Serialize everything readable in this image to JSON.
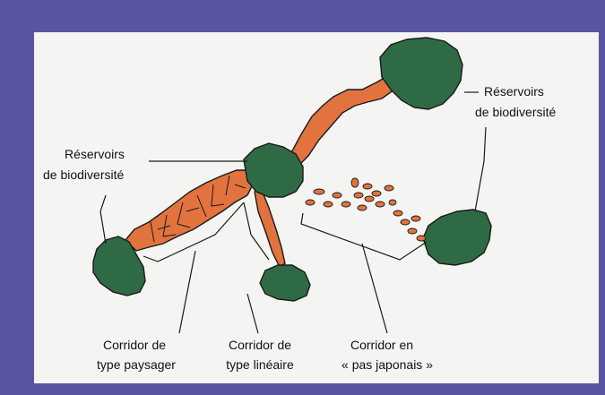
{
  "labels": {
    "reservoir_right_line1": "Réservoirs",
    "reservoir_right_line2": "de biodiversité",
    "reservoir_left_line1": "Réservoirs",
    "reservoir_left_line2": "de biodiversité",
    "corridor_landscape_line1": "Corridor de",
    "corridor_landscape_line2": "type paysager",
    "corridor_linear_line1": "Corridor de",
    "corridor_linear_line2": "type linéaire",
    "corridor_stepping_line1": "Corridor en",
    "corridor_stepping_line2": "« pas japonais »"
  },
  "colors": {
    "frame": "#5856a2",
    "background": "#f4f4f2",
    "reservoir": "#2e6b45",
    "corridor": "#e2733f",
    "outline": "#1a1a1a"
  }
}
